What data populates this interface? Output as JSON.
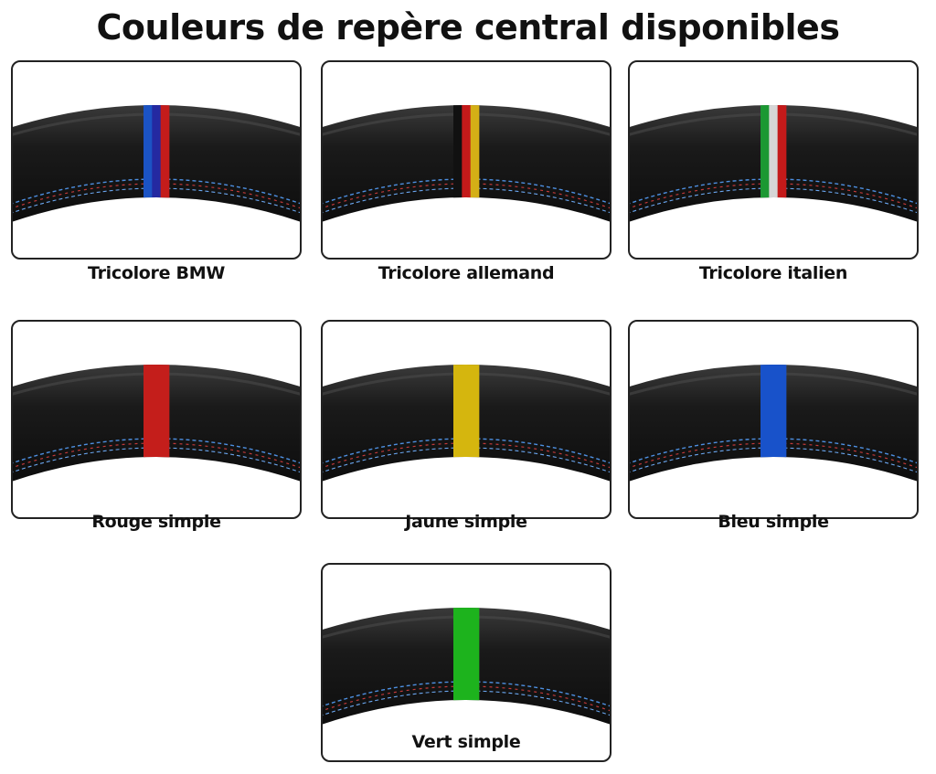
{
  "title": "Couleurs de repère central disponibles",
  "options": [
    {
      "label": "Tricolore BMW",
      "stripes": [
        "#1f5fe0",
        "#2a2fb8",
        "#e0201f"
      ]
    },
    {
      "label": "Tricolore allemand",
      "stripes": [
        "#141414",
        "#e01e1e",
        "#f2c81a"
      ]
    },
    {
      "label": "Tricolore italien",
      "stripes": [
        "#1fae3a",
        "#f4f4f4",
        "#e01e1e"
      ]
    },
    {
      "label": "Rouge simple",
      "stripes": [
        "#e0231f"
      ]
    },
    {
      "label": "Jaune simple",
      "stripes": [
        "#f3d010"
      ]
    },
    {
      "label": "Bleu simple",
      "stripes": [
        "#1c5ee6"
      ]
    },
    {
      "label": "Vert simple",
      "stripes": [
        "#22cc22"
      ]
    }
  ]
}
